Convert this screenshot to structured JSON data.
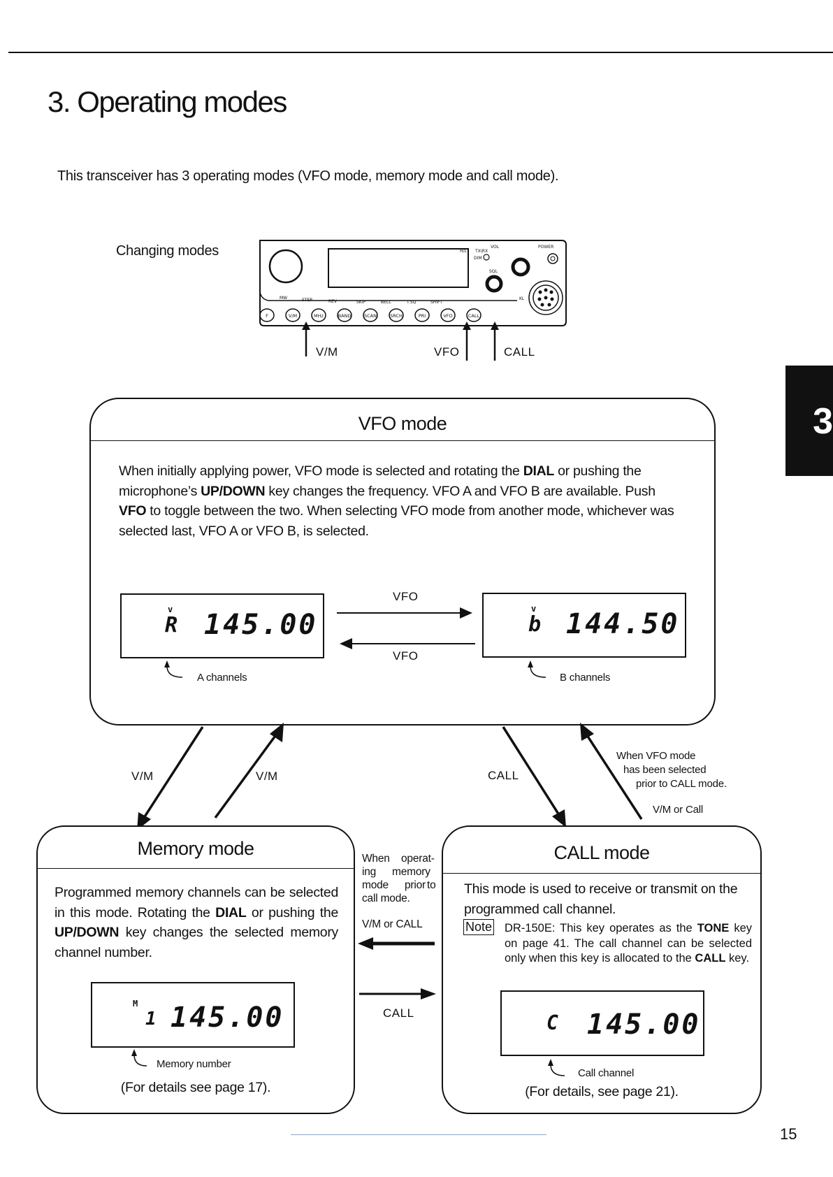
{
  "page": {
    "title": "3. Operating modes",
    "intro": "This transceiver has 3 operating modes (VFO mode, memory mode and call mode).",
    "changing_modes": "Changing modes",
    "tab_number": "3",
    "page_number": "15"
  },
  "radio": {
    "callouts": {
      "vm": "V/M",
      "vfo": "VFO",
      "call": "CALL"
    },
    "top_labels": [
      "H/L",
      "TX\\RX",
      "VOL",
      "POWER",
      "DIM",
      "SQL",
      "KL"
    ],
    "key_labels": [
      "MW",
      "STEP",
      "REV",
      "SKIP",
      "BELL",
      "T.SQ",
      "SHIFT"
    ],
    "buttons": [
      "F",
      "V/M",
      "MHz",
      "BAND",
      "SCAN",
      "SRCH",
      "PRI",
      "VFO",
      "CALL"
    ]
  },
  "vfo_mode": {
    "title": "VFO mode",
    "body": [
      {
        "t": "When initially applying power, VFO mode is selected and rotating the "
      },
      {
        "t": "DIAL",
        "b": true
      },
      {
        "t": " or pushing the microphone’s "
      },
      {
        "t": "UP/DOWN",
        "b": true
      },
      {
        "t": " key changes the frequency. VFO A and VFO B are available. Push "
      },
      {
        "t": "VFO",
        "b": true
      },
      {
        "t": " to toggle between the two. When selecting VFO mode from another mode, whichever was selected last, VFO A or VFO B, is selected."
      }
    ],
    "display_a": {
      "indicator": "v",
      "prefix": "R",
      "freq": "145.00",
      "caption": "A channels"
    },
    "display_b": {
      "indicator": "v",
      "prefix": "b",
      "freq": "144.50",
      "caption": "B channels"
    },
    "arrow_top_label": "VFO",
    "arrow_bottom_label": "VFO"
  },
  "transitions": {
    "vm_left": "V/M",
    "vm_right": "V/M",
    "call": "CALL",
    "when_vfo": [
      "When VFO mode",
      "has been selected",
      "prior to CALL mode."
    ],
    "vm_or_call_right": "V/M or Call",
    "when_operating": [
      "When",
      "operat-",
      "ing",
      "memory",
      "mode",
      "prior",
      "to",
      "call mode."
    ],
    "vm_or_call_middle": "V/M or CALL",
    "call_middle": "CALL"
  },
  "memory_mode": {
    "title": "Memory mode",
    "body": [
      {
        "t": "Programmed memory channels can be selected in this mode. Rotating the "
      },
      {
        "t": "DIAL",
        "b": true
      },
      {
        "t": " or pushing the "
      },
      {
        "t": "UP/DOWN",
        "b": true
      },
      {
        "t": " key changes the selected memory channel number."
      }
    ],
    "display": {
      "indicator": "M",
      "prefix": "1",
      "freq": "145.00",
      "caption": "Memory number"
    },
    "details": "(For details see page 17)."
  },
  "call_mode": {
    "title": "CALL mode",
    "body": "This mode is used to receive or transmit on the programmed call channel.",
    "note_label": "Note",
    "note": [
      {
        "t": "DR-150E: This key operates as the "
      },
      {
        "t": "TONE",
        "b": true
      },
      {
        "t": " key on page 41. The call channel can be selected only when this key is allocated to the "
      },
      {
        "t": "CALL",
        "b": true
      },
      {
        "t": " key."
      }
    ],
    "display": {
      "prefix": "C",
      "freq": "145.00",
      "caption": "Call channel"
    },
    "details": "(For details, see page 21)."
  }
}
